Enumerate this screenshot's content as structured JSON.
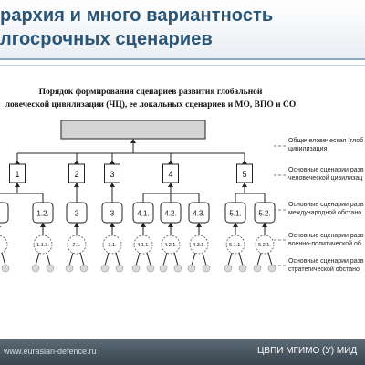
{
  "slide": {
    "title_line1": "рархия и много вариантность",
    "title_line2": "лгосрочных сценариев"
  },
  "diagram": {
    "title_line1": "Порядок формирования сценариев развития глобальной",
    "title_line2": "ловеческой цивилизации (ЧЦ), ее локальных сценариев и МО, ВПО и СО",
    "level1": [
      "1",
      "2",
      "3",
      "4",
      "5"
    ],
    "level2": [
      "",
      "1.2.",
      "2",
      "3",
      "4.1.",
      "4.2.",
      "4.3.",
      "5.1.",
      "5.2."
    ],
    "level3": [
      "",
      "1.1.3.",
      "2.1.",
      "3.1.",
      "4.1.1.",
      "4.2.1.",
      "4.3.1.",
      "5.1.1.",
      "5.2.1."
    ]
  },
  "legend": {
    "item1_line1": "Общечеловеческая (глоб",
    "item1_line2": "цивилизация",
    "item2_line1": "Основные сценарии разв",
    "item2_line2": "человеческой цивилизац",
    "item3_line1": "Основные сценарии разв",
    "item3_line2": "международной обстано",
    "item4_line1": "Основные сценарии разв",
    "item4_line2": "военно-политической об",
    "item5_line1": "Основные сценарии разв",
    "item5_line2": "стратегической обстано"
  },
  "footer": {
    "site": "www.eurasian-defence.ru",
    "org": "ЦВПИ МГИМО (У) МИД"
  },
  "colors": {
    "title": "#2a5576",
    "root_box": "#d4d4d4",
    "leaf_circle": "#d9d9d9",
    "footer": "#3f4a53"
  }
}
